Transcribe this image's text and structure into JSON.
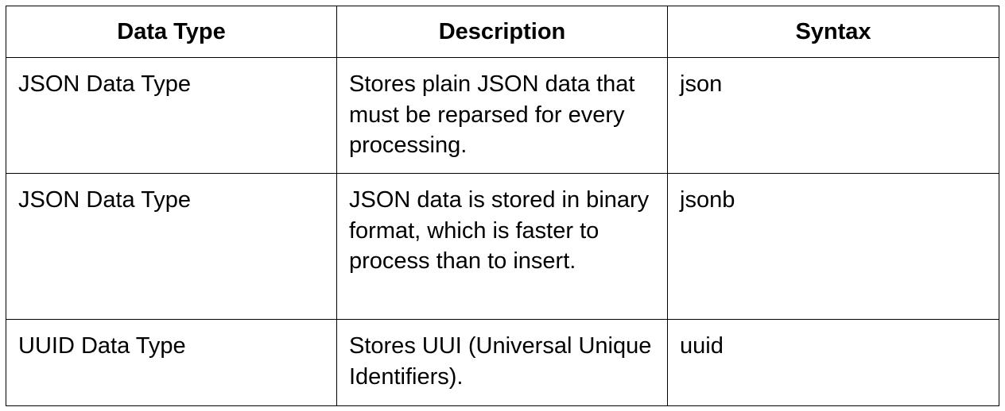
{
  "table": {
    "headers": [
      "Data Type",
      "Description",
      "Syntax"
    ],
    "rows": [
      {
        "data_type": "JSON Data Type",
        "description": "Stores plain JSON data that must be reparsed for every processing.",
        "syntax": "json"
      },
      {
        "data_type": "JSON Data Type",
        "description": "JSON data is stored in binary format, which is faster to process than to insert.",
        "syntax": "jsonb"
      },
      {
        "data_type": "UUID Data Type",
        "description": "Stores UUI (Universal Unique Identifiers).",
        "syntax": "uuid"
      }
    ]
  }
}
